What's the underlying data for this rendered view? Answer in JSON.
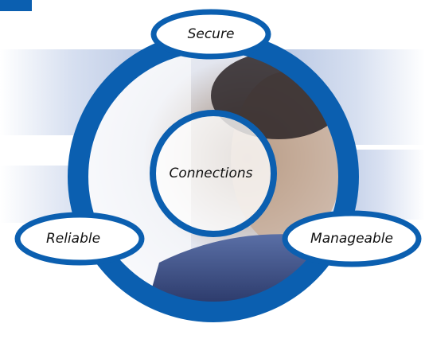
{
  "diagram": {
    "nodes": {
      "top": "Secure",
      "center": "Connections",
      "left": "Reliable",
      "right": "Manageable"
    }
  }
}
